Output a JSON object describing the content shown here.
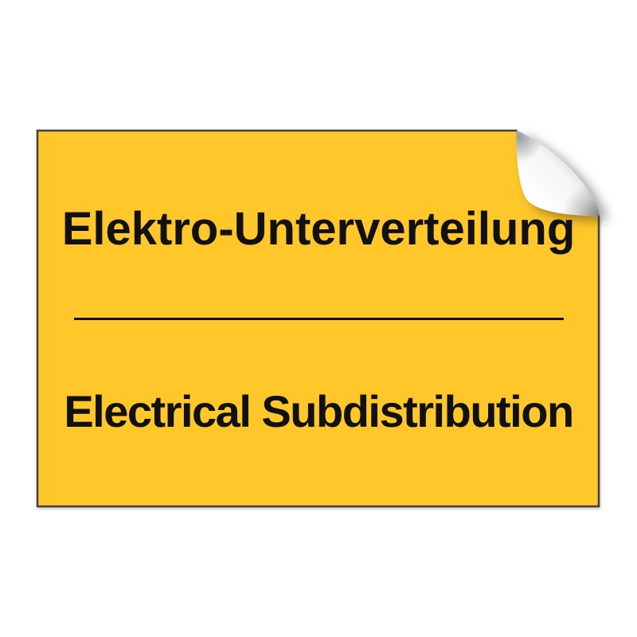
{
  "sign": {
    "title_de": "Elektro-Unterverteilung",
    "title_en": "Electrical Subdistribution",
    "kind": "adhesive-safety-sign-sticker",
    "decoration": "page-curl-top-right"
  },
  "colors": {
    "sign_background": "#FFC72B",
    "sign_border": "#44403A",
    "text": "#111111",
    "page_background": "#FFFFFF",
    "curl_light": "#FFFFFF",
    "curl_dark": "#8F9396"
  }
}
